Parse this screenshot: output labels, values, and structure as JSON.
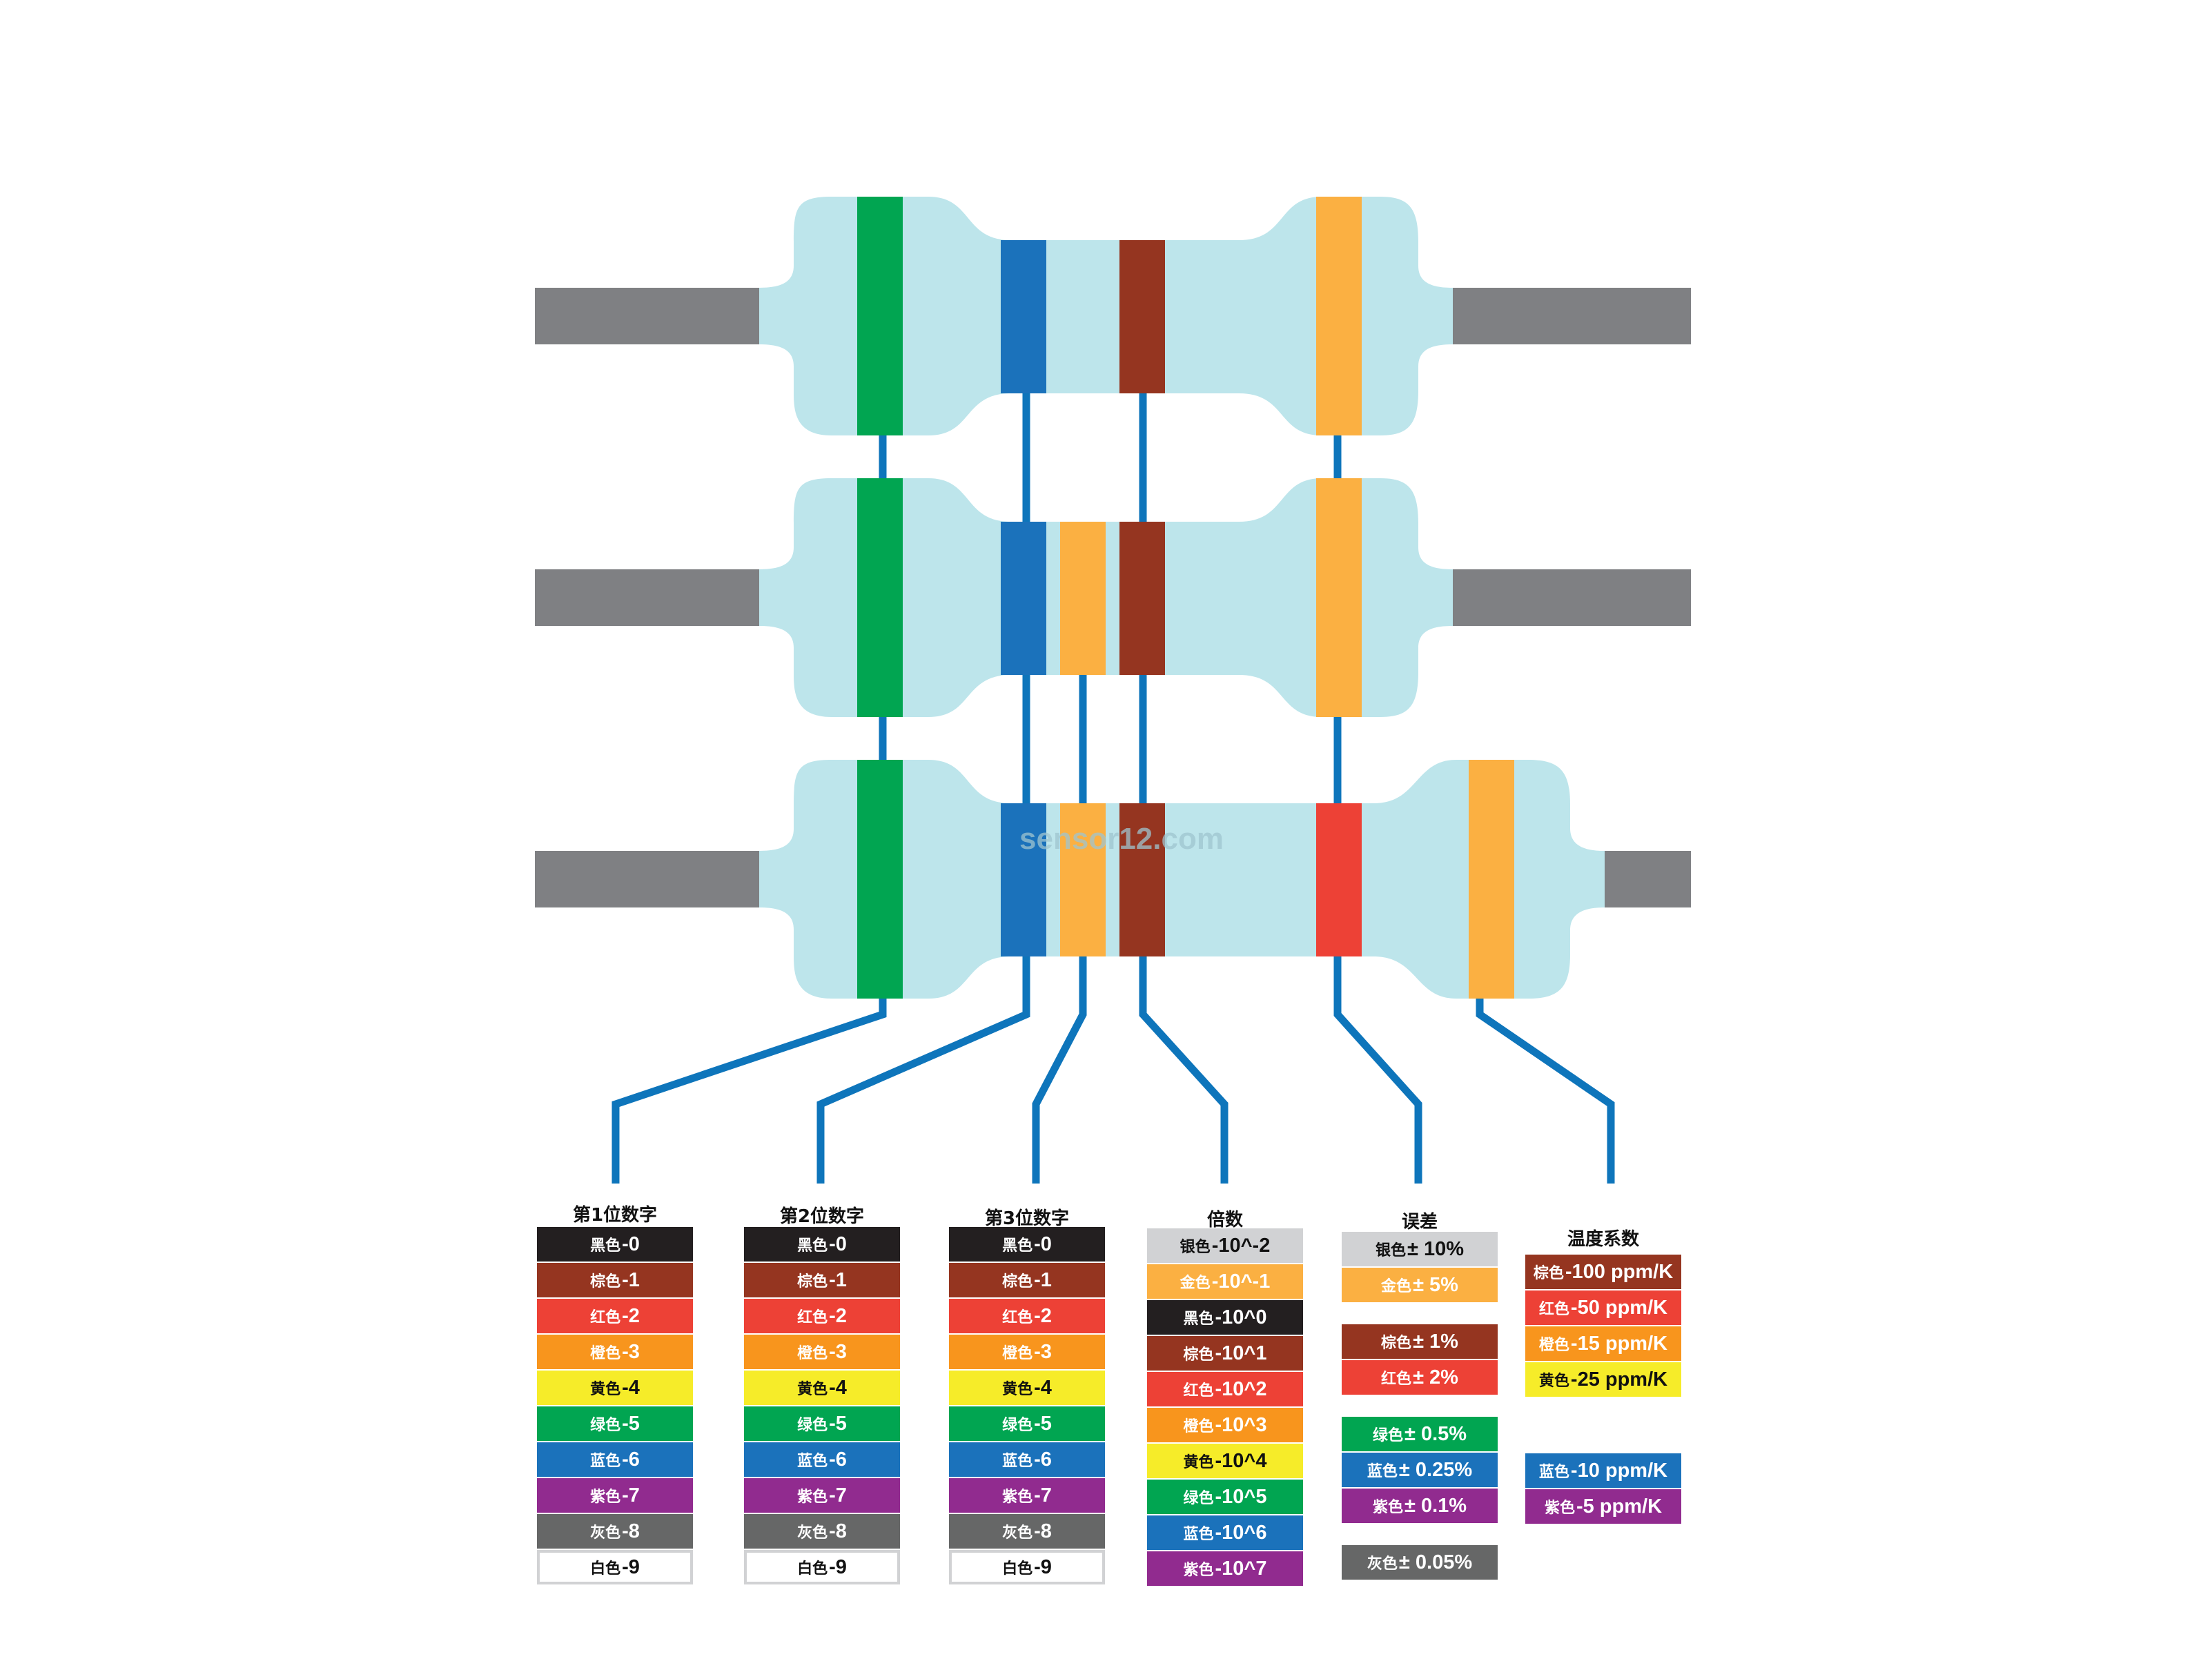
{
  "colors": {
    "black": "#231f20",
    "brown": "#953520",
    "red": "#ed4136",
    "orange": "#f8951d",
    "yellow": "#f6ec29",
    "green": "#01a551",
    "blue": "#1b72bb",
    "violet": "#912b8f",
    "gray": "#666767",
    "white": "#ffffff",
    "silver": "#d1d2d4",
    "gold": "#fbb042",
    "body": "#bde5eb",
    "lead": "#7f8083",
    "line": "#0e75bb"
  },
  "watermark": "sensor12.com",
  "columns": [
    {
      "title": "第1位数字",
      "items": [
        {
          "name": "黑色",
          "value": "-0",
          "color": "black"
        },
        {
          "name": "棕色",
          "value": "-1",
          "color": "brown"
        },
        {
          "name": "红色",
          "value": "-2",
          "color": "red"
        },
        {
          "name": "橙色",
          "value": "-3",
          "color": "orange"
        },
        {
          "name": "黄色",
          "value": "-4",
          "color": "yellow"
        },
        {
          "name": "绿色",
          "value": "-5",
          "color": "green"
        },
        {
          "name": "蓝色",
          "value": "-6",
          "color": "blue"
        },
        {
          "name": "紫色",
          "value": "-7",
          "color": "violet"
        },
        {
          "name": "灰色",
          "value": "-8",
          "color": "gray"
        },
        {
          "name": "白色",
          "value": "-9",
          "color": "white"
        }
      ]
    },
    {
      "title": "第2位数字",
      "items": [
        {
          "name": "黑色",
          "value": "-0",
          "color": "black"
        },
        {
          "name": "棕色",
          "value": "-1",
          "color": "brown"
        },
        {
          "name": "红色",
          "value": "-2",
          "color": "red"
        },
        {
          "name": "橙色",
          "value": "-3",
          "color": "orange"
        },
        {
          "name": "黄色",
          "value": "-4",
          "color": "yellow"
        },
        {
          "name": "绿色",
          "value": "-5",
          "color": "green"
        },
        {
          "name": "蓝色",
          "value": "-6",
          "color": "blue"
        },
        {
          "name": "紫色",
          "value": "-7",
          "color": "violet"
        },
        {
          "name": "灰色",
          "value": "-8",
          "color": "gray"
        },
        {
          "name": "白色",
          "value": "-9",
          "color": "white"
        }
      ]
    },
    {
      "title": "第3位数字",
      "items": [
        {
          "name": "黑色",
          "value": "-0",
          "color": "black"
        },
        {
          "name": "棕色",
          "value": "-1",
          "color": "brown"
        },
        {
          "name": "红色",
          "value": "-2",
          "color": "red"
        },
        {
          "name": "橙色",
          "value": "-3",
          "color": "orange"
        },
        {
          "name": "黄色",
          "value": "-4",
          "color": "yellow"
        },
        {
          "name": "绿色",
          "value": "-5",
          "color": "green"
        },
        {
          "name": "蓝色",
          "value": "-6",
          "color": "blue"
        },
        {
          "name": "紫色",
          "value": "-7",
          "color": "violet"
        },
        {
          "name": "灰色",
          "value": "-8",
          "color": "gray"
        },
        {
          "name": "白色",
          "value": "-9",
          "color": "white"
        }
      ]
    },
    {
      "title": "倍数",
      "items": [
        {
          "name": "银色",
          "value": "-10^-2",
          "color": "silver"
        },
        {
          "name": "金色",
          "value": "-10^-1",
          "color": "gold"
        },
        {
          "name": "黑色",
          "value": "-10^0",
          "color": "black"
        },
        {
          "name": "棕色",
          "value": "-10^1",
          "color": "brown"
        },
        {
          "name": "红色",
          "value": "-10^2",
          "color": "red"
        },
        {
          "name": "橙色",
          "value": "-10^3",
          "color": "orange"
        },
        {
          "name": "黄色",
          "value": "-10^4",
          "color": "yellow"
        },
        {
          "name": "绿色",
          "value": "-10^5",
          "color": "green"
        },
        {
          "name": "蓝色",
          "value": "-10^6",
          "color": "blue"
        },
        {
          "name": "紫色",
          "value": "-10^7",
          "color": "violet"
        }
      ]
    },
    {
      "title": "误差",
      "groups": [
        [
          {
            "name": "银色",
            "value": " ± 10%",
            "color": "silver"
          },
          {
            "name": "金色",
            "value": " ± 5%",
            "color": "gold"
          }
        ],
        [
          {
            "name": "棕色",
            "value": " ± 1%",
            "color": "brown"
          },
          {
            "name": "红色",
            "value": " ± 2%",
            "color": "red"
          }
        ],
        [
          {
            "name": "绿色",
            "value": " ± 0.5%",
            "color": "green"
          },
          {
            "name": "蓝色",
            "value": "± 0.25%",
            "color": "blue"
          },
          {
            "name": "紫色",
            "value": " ± 0.1%",
            "color": "violet"
          }
        ],
        [
          {
            "name": "灰色",
            "value": "± 0.05%",
            "color": "gray"
          }
        ]
      ]
    },
    {
      "title": "温度系数",
      "groups": [
        [
          {
            "name": "棕色",
            "value": "-100 ppm/K",
            "color": "brown"
          },
          {
            "name": "红色",
            "value": "-50 ppm/K",
            "color": "red"
          },
          {
            "name": "橙色",
            "value": "-15 ppm/K",
            "color": "orange"
          },
          {
            "name": "黄色",
            "value": "-25 ppm/K",
            "color": "yellow"
          }
        ],
        [
          {
            "name": "蓝色",
            "value": "-10 ppm/K",
            "color": "blue"
          },
          {
            "name": "紫色",
            "value": "-5 ppm/K",
            "color": "violet"
          }
        ]
      ]
    }
  ]
}
